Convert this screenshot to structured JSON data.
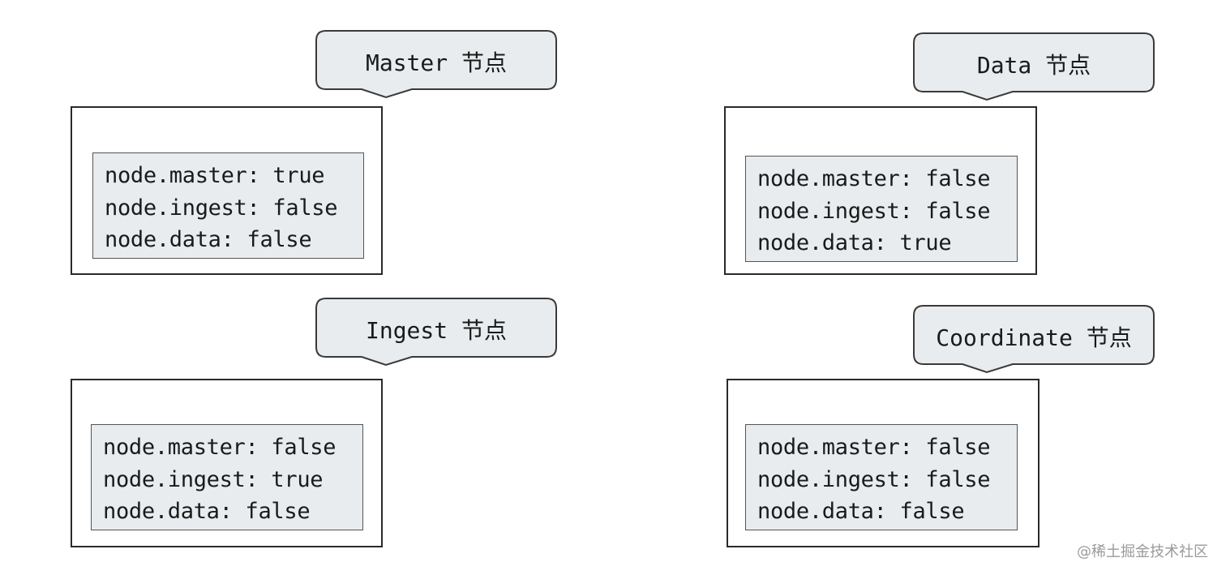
{
  "nodes": [
    {
      "title": "Master 节点",
      "config": [
        "node.master: true",
        "node.ingest: false",
        "node.data: false"
      ]
    },
    {
      "title": "Data 节点",
      "config": [
        "node.master: false",
        "node.ingest: false",
        "node.data: true"
      ]
    },
    {
      "title": "Ingest 节点",
      "config": [
        "node.master: false",
        "node.ingest: true",
        "node.data: false"
      ]
    },
    {
      "title": "Coordinate 节点",
      "config": [
        "node.master: false",
        "node.ingest: false",
        "node.data: false"
      ]
    }
  ],
  "watermark": "@稀土掘金技术社区",
  "colors": {
    "callout_fill": "#e8ecee",
    "callout_stroke": "#3a3a3a",
    "inner_fill": "#e8ecee"
  }
}
